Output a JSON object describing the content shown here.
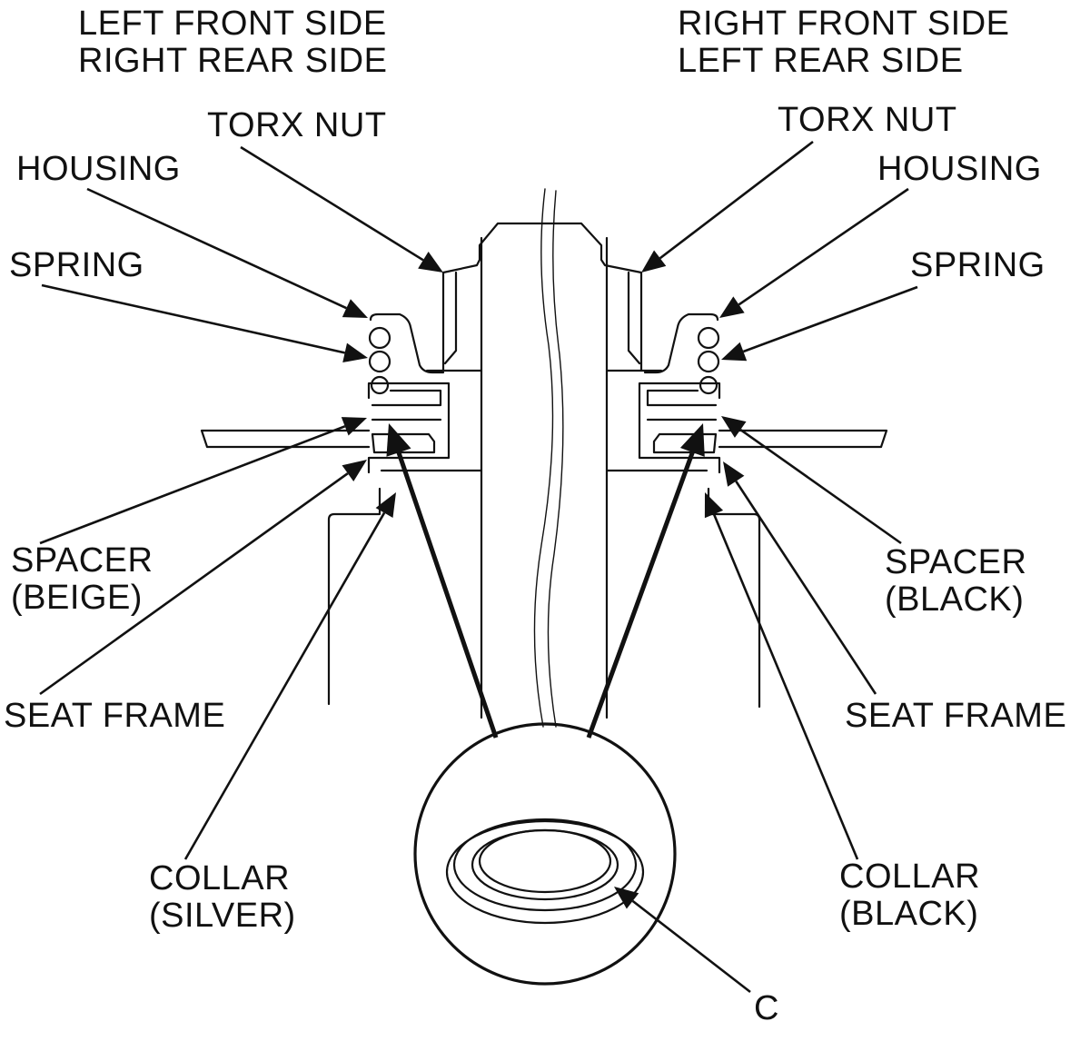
{
  "headers": {
    "left": {
      "line1": "LEFT FRONT SIDE",
      "line2": "RIGHT REAR SIDE"
    },
    "right": {
      "line1": "RIGHT FRONT SIDE",
      "line2": "LEFT REAR SIDE"
    }
  },
  "labels": {
    "left": {
      "torx_nut": "TORX NUT",
      "housing": "HOUSING",
      "spring": "SPRING",
      "spacer_line1": "SPACER",
      "spacer_line2": "(BEIGE)",
      "seat_frame": "SEAT FRAME",
      "collar_line1": "COLLAR",
      "collar_line2": "(SILVER)"
    },
    "right": {
      "torx_nut": "TORX NUT",
      "housing": "HOUSING",
      "spring": "SPRING",
      "spacer_line1": "SPACER",
      "spacer_line2": "(BLACK)",
      "seat_frame": "SEAT FRAME",
      "collar_line1": "COLLAR",
      "collar_line2": "(BLACK)"
    },
    "callout_c": "C"
  },
  "colors": {
    "ink": "#111111",
    "background": "#ffffff"
  }
}
